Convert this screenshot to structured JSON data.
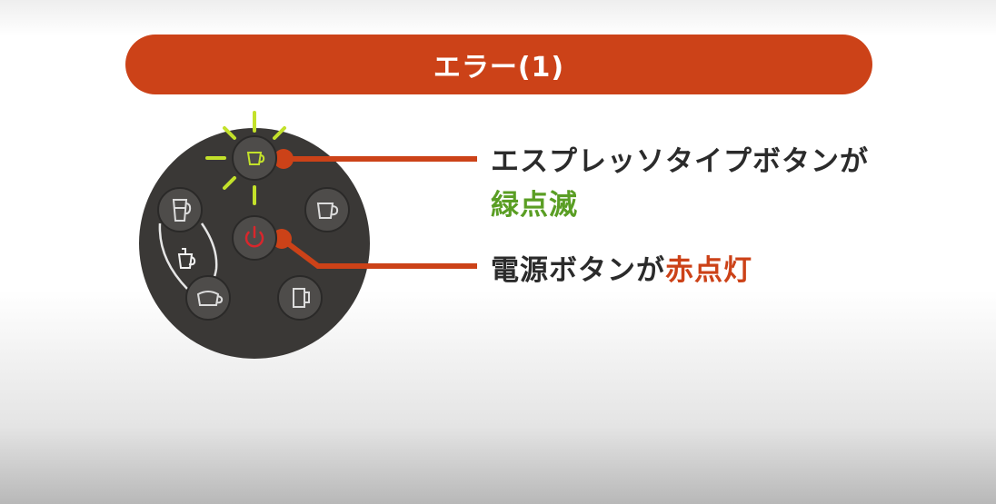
{
  "banner": {
    "title": "エラー(1)"
  },
  "labels": {
    "espresso_line1": "エスプレッソタイプボタンが",
    "espresso_status": "緑点滅",
    "power_prefix": "電源ボタンが",
    "power_status": "赤点灯"
  },
  "icons": {
    "espresso": "espresso-cup-icon",
    "power": "power-icon",
    "latte": "latte-glass-icon",
    "coffee": "coffee-cup-icon",
    "milk": "milk-pitcher-icon",
    "cappuccino": "cappuccino-cup-icon",
    "mug": "mug-icon"
  },
  "colors": {
    "banner": "#cc4218",
    "panel": "#3a3836",
    "button": "#4e4c4a",
    "blink_green": "#c3e12a",
    "status_green": "#5a9e24",
    "status_red": "#cc4218",
    "power_red": "#d9262c"
  }
}
